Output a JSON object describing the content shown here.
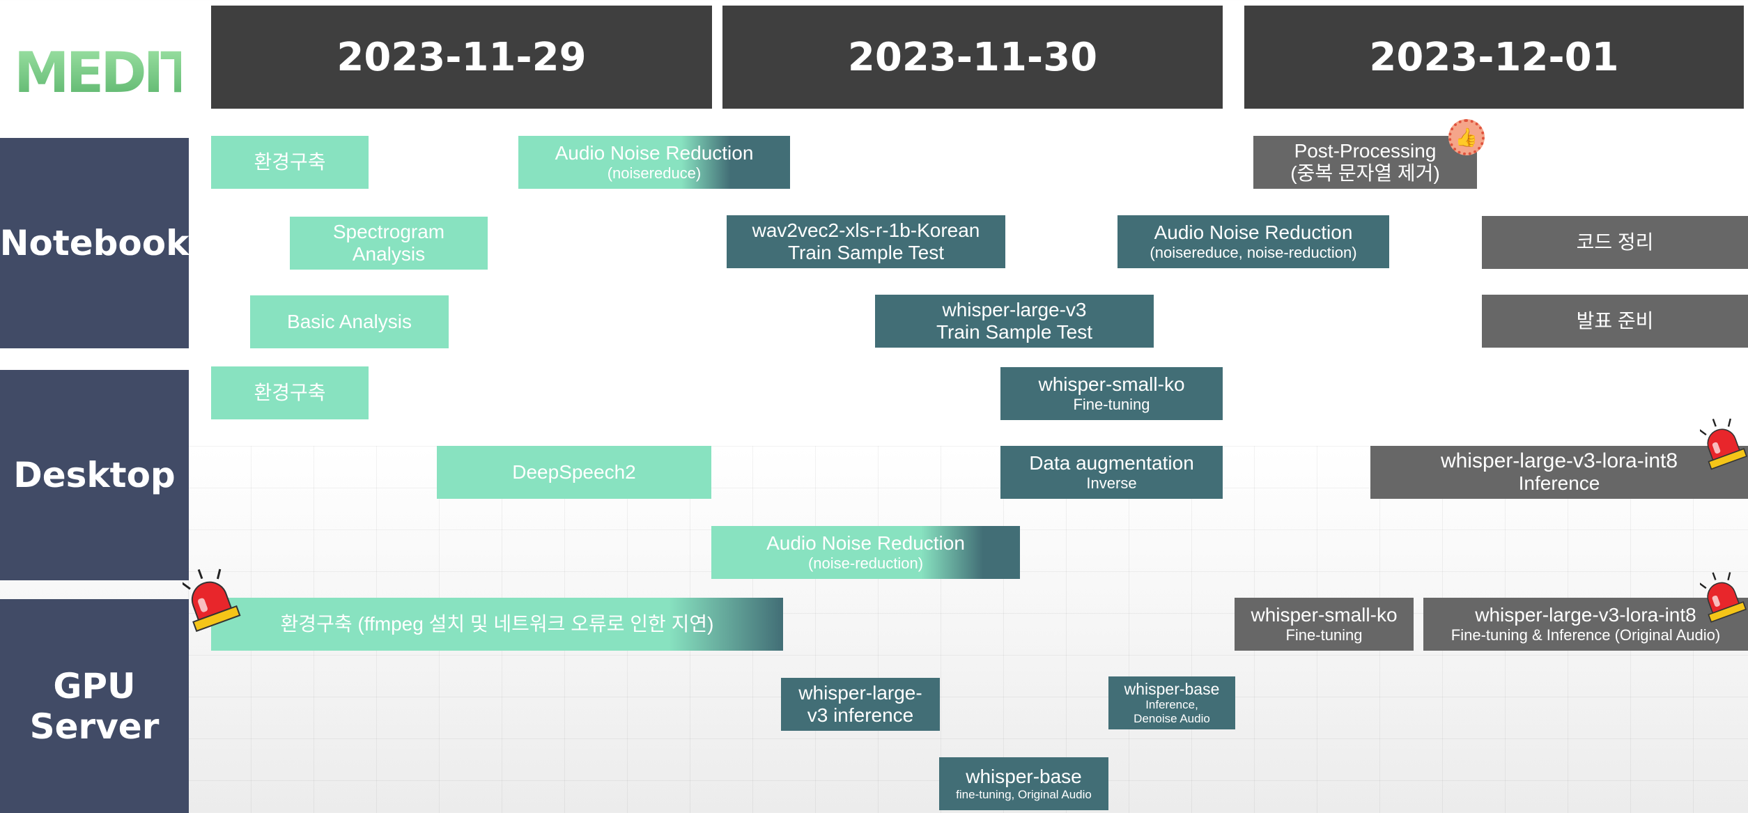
{
  "logo": "MEDIT",
  "dates": [
    "2023-11-29",
    "2023-11-30",
    "2023-12-01"
  ],
  "lanes": {
    "notebook": "Notebook",
    "desktop": "Desktop",
    "gpu": "GPU\nServer"
  },
  "tasks": {
    "nb_env": {
      "title": "환경구축"
    },
    "nb_noise": {
      "title": "Audio Noise Reduction",
      "sub": "(noisereduce)"
    },
    "nb_spectrogram": {
      "title": "Spectrogram\nAnalysis"
    },
    "nb_basic": {
      "title": "Basic Analysis"
    },
    "nb_wav2vec": {
      "title": "wav2vec2-xls-r-1b-Korean",
      "sub": "Train Sample Test"
    },
    "nb_whisper_large": {
      "title": "whisper-large-v3",
      "sub": "Train Sample Test"
    },
    "nb_noise2": {
      "title": "Audio Noise Reduction",
      "sub": "(noisereduce, noise-reduction)"
    },
    "nb_post": {
      "title": "Post-Processing",
      "sub": "(중복 문자열 제거)"
    },
    "nb_code": {
      "title": "코드 정리"
    },
    "nb_present": {
      "title": "발표 준비"
    },
    "dt_env": {
      "title": "환경구축"
    },
    "dt_deepspeech": {
      "title": "DeepSpeech2"
    },
    "dt_noise": {
      "title": "Audio Noise Reduction",
      "sub": "(noise-reduction)"
    },
    "dt_whisper_small": {
      "title": "whisper-small-ko",
      "sub": "Fine-tuning"
    },
    "dt_augment": {
      "title": "Data augmentation",
      "sub": "Inverse"
    },
    "dt_lora": {
      "title": "whisper-large-v3-lora-int8",
      "sub": "Inference"
    },
    "gpu_env": {
      "title": "환경구축 (ffmpeg 설치 및 네트워크 오류로 인한 지연)"
    },
    "gpu_whisper_large_inf": {
      "title": "whisper-large-\nv3 inference"
    },
    "gpu_whisper_base_inf": {
      "title": "whisper-base",
      "sub": "Inference,\nDenoise Audio"
    },
    "gpu_whisper_base_ft": {
      "title": "whisper-base",
      "sub": "fine-tuning, Original Audio"
    },
    "gpu_whisper_small": {
      "title": "whisper-small-ko",
      "sub": "Fine-tuning"
    },
    "gpu_lora": {
      "title": "whisper-large-v3-lora-int8",
      "sub": "Fine-tuning & Inference (Original Audio)"
    }
  },
  "icons": {
    "thumb": "thumbs-up-badge-icon",
    "siren": "alarm-siren-icon"
  },
  "colors": {
    "header_bg": "#3f3f3f",
    "lane_bg": "#414b66",
    "done_green": "#88e2c0",
    "progress_teal": "#426e76",
    "planned_gray": "#676767"
  }
}
